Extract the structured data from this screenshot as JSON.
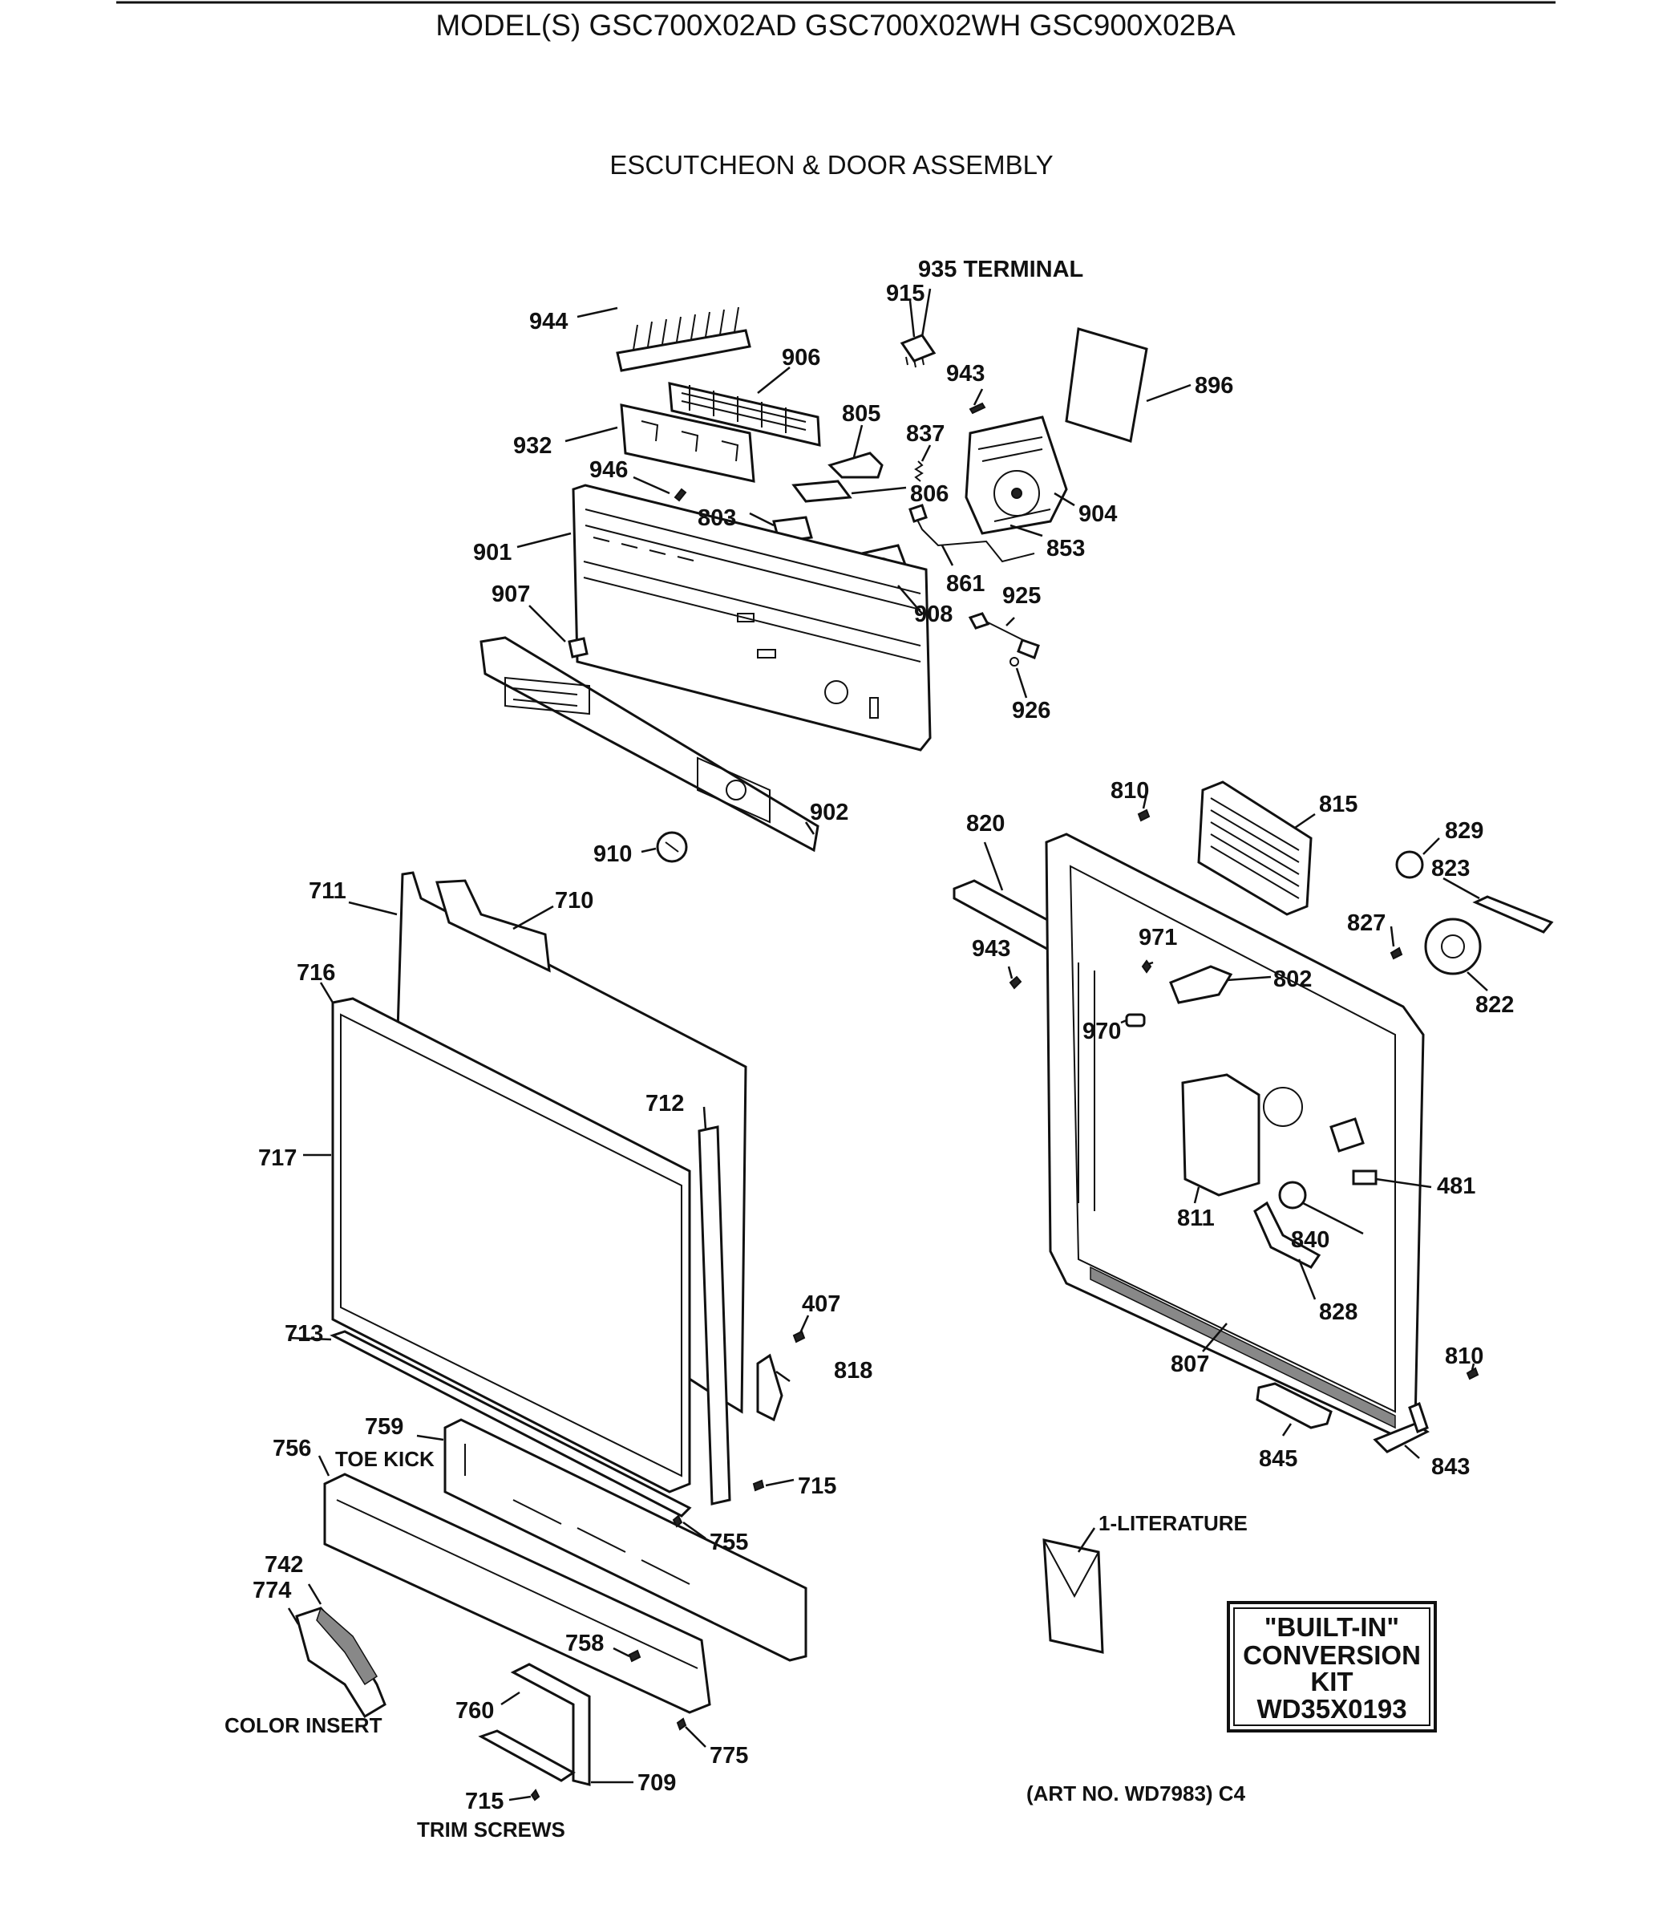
{
  "header": {
    "models": "MODEL(S) GSC700X02AD  GSC700X02WH  GSC900X02BA",
    "title": "ESCUTCHEON & DOOR ASSEMBLY"
  },
  "labels": {
    "p935": "935 TERMINAL",
    "p915": "915",
    "p944": "944",
    "p906": "906",
    "p943a": "943",
    "p896": "896",
    "p805": "805",
    "p837": "837",
    "p932": "932",
    "p946": "946",
    "p806": "806",
    "p904": "904",
    "p803": "803",
    "p853": "853",
    "p901": "901",
    "p861": "861",
    "p925": "925",
    "p907": "907",
    "p908": "908",
    "p926": "926",
    "p810a": "810",
    "p815": "815",
    "p902": "902",
    "p820": "820",
    "p829": "829",
    "p823": "823",
    "p910": "910",
    "p711": "711",
    "p710": "710",
    "p827": "827",
    "p943b": "943",
    "p971": "971",
    "p802": "802",
    "p716": "716",
    "p822": "822",
    "p970": "970",
    "p712": "712",
    "p717": "717",
    "p481": "481",
    "p811": "811",
    "p840": "840",
    "p407": "407",
    "p828": "828",
    "p713": "713",
    "p810b": "810",
    "p807": "807",
    "p818": "818",
    "p759": "759",
    "p759_note": "TOE KICK",
    "p756": "756",
    "p845": "845",
    "p843": "843",
    "p715a": "715",
    "p755": "755",
    "p1": "1-LITERATURE",
    "p742": "742",
    "p774": "774",
    "p758": "758",
    "color_insert": "COLOR INSERT",
    "p760": "760",
    "p775": "775",
    "p709": "709",
    "p715b": "715",
    "trim_screws": "TRIM SCREWS"
  },
  "kit": {
    "line1": "\"BUILT-IN\"",
    "line2": "CONVERSION",
    "line3": "KIT",
    "line4": "WD35X0193"
  },
  "art_no": "(ART NO. WD7983) C4"
}
